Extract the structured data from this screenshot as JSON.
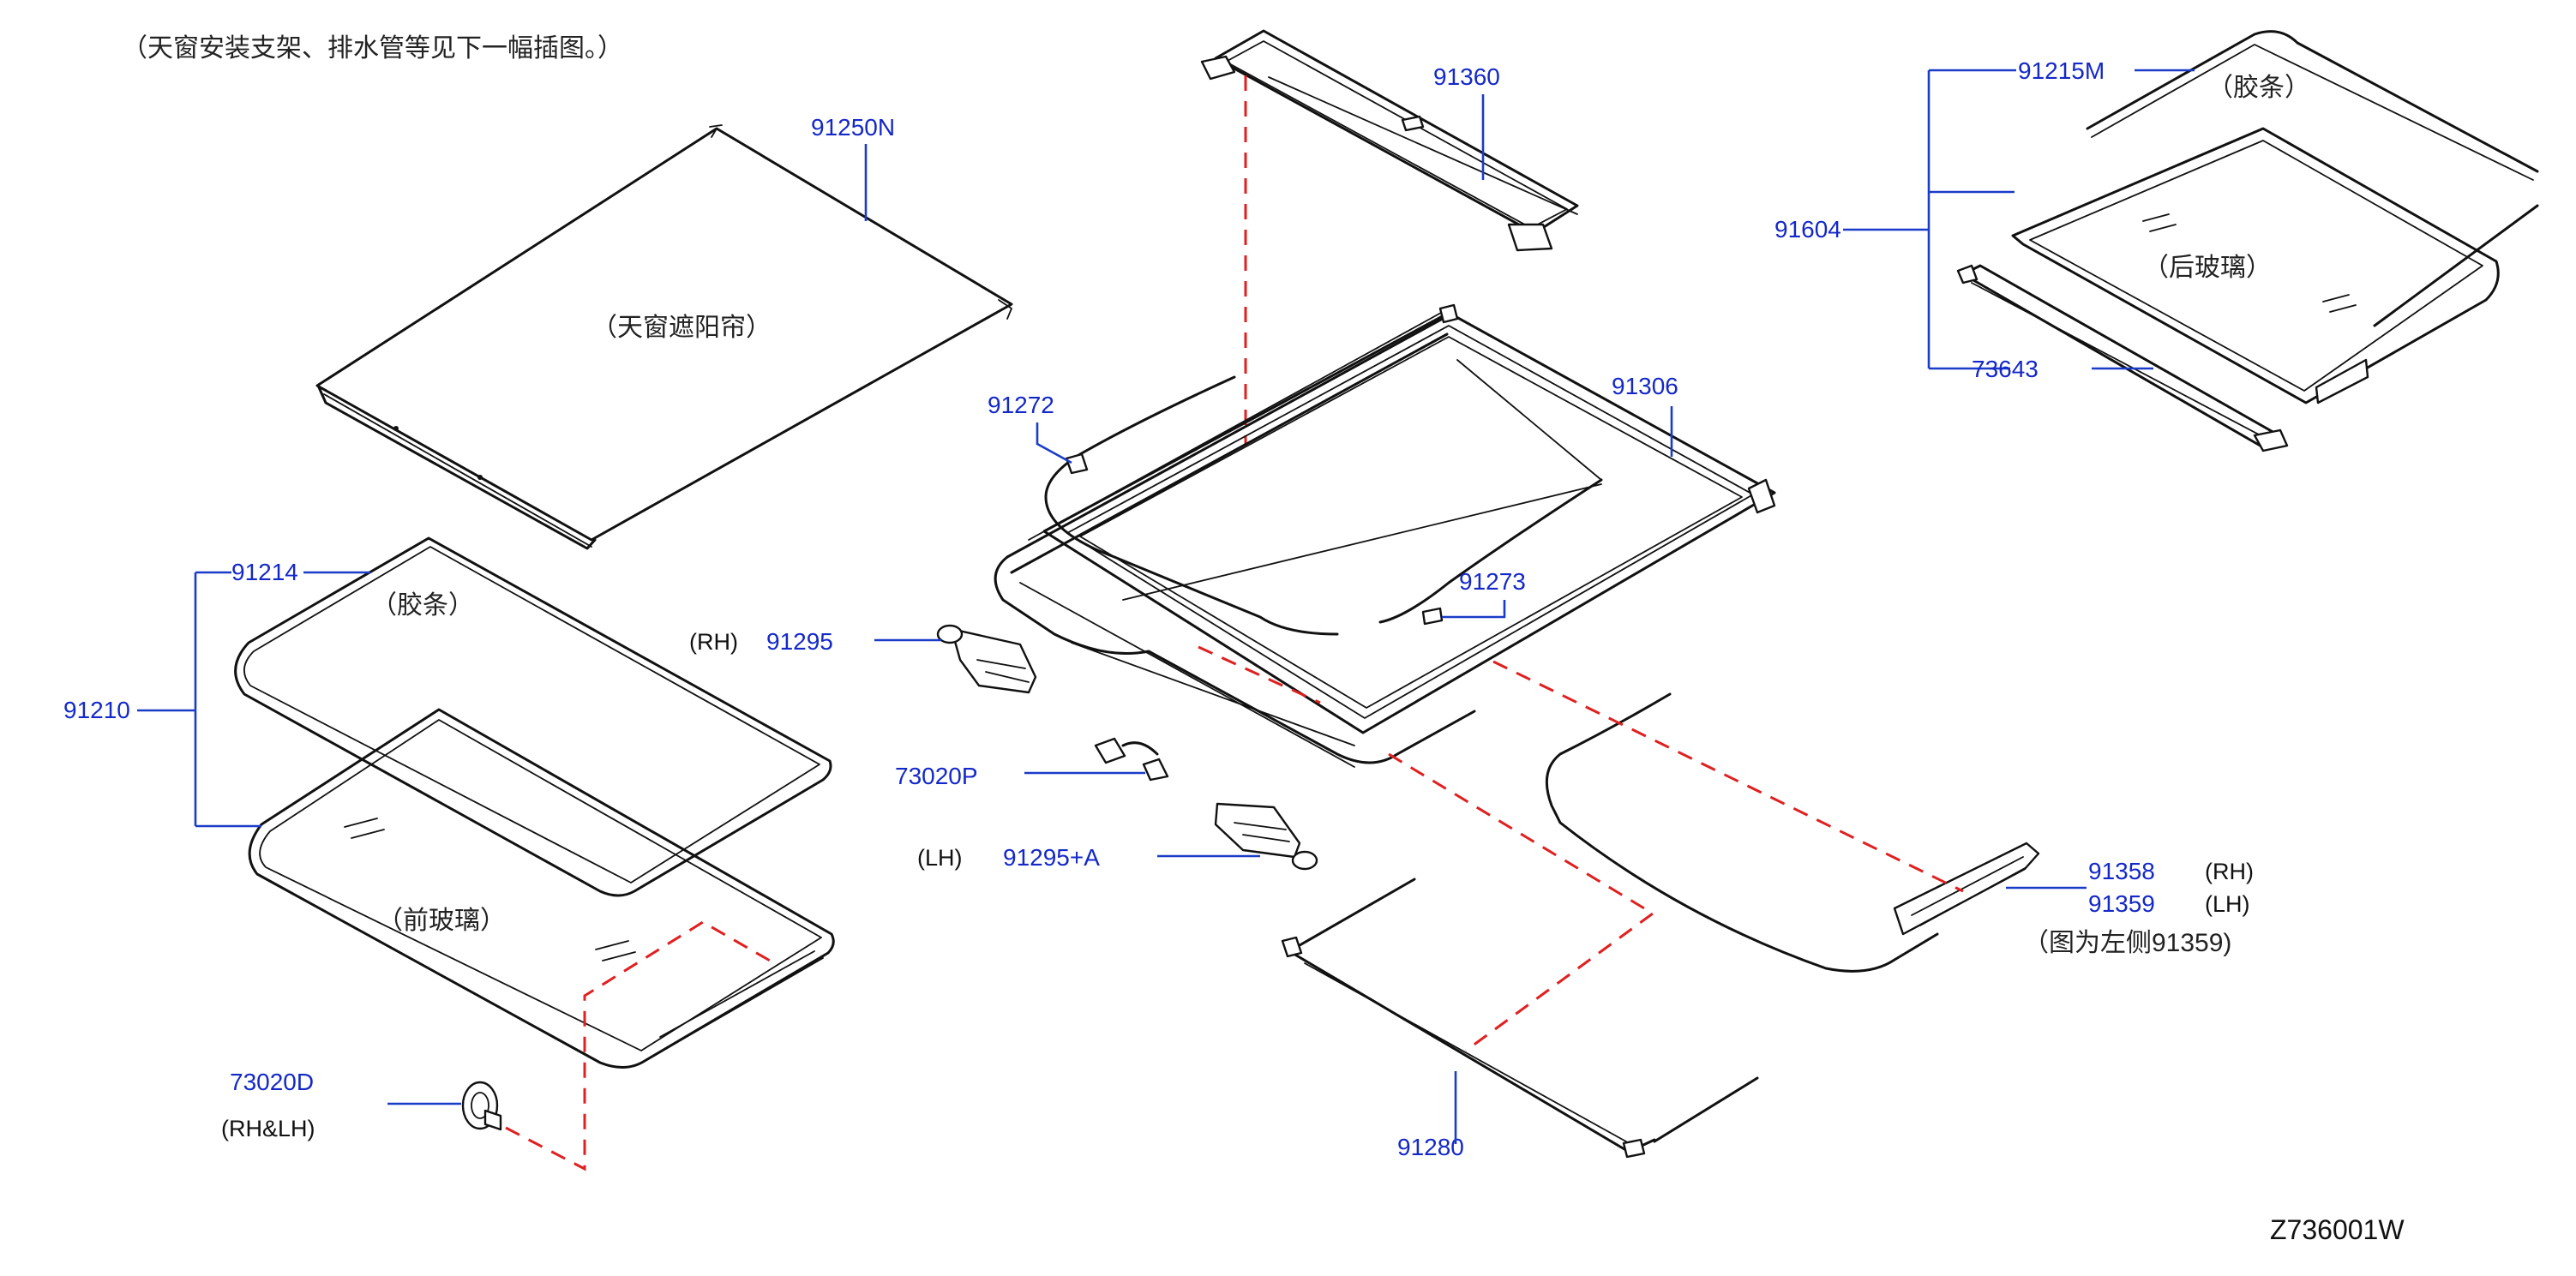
{
  "note": "（天窗安装支架、排水管等见下一幅插图。）",
  "drawing_id": "Z736001W",
  "colors": {
    "part_number": "#1428c8",
    "leader": "#1a3cc8",
    "dashed_line": "#e02020",
    "line_art": "#111111"
  },
  "parts": {
    "p91250N": "91250N",
    "c_sunshade": "（天窗遮阳帘）",
    "p91214": "91214",
    "c_seal_front": "（胶条）",
    "p91210": "91210",
    "c_front_glass": "（前玻璃）",
    "p73020D": "73020D",
    "s_rhlh": "(RH&LH)",
    "p91360": "91360",
    "p91272": "91272",
    "p91306": "91306",
    "p91273": "91273",
    "s_rh_motor": "(RH)",
    "p91295": "91295",
    "p73020P": "73020P",
    "s_lh_motor": "(LH)",
    "p91295A": "91295+A",
    "p91280": "91280",
    "p91215M": "91215M",
    "c_seal_rear": "（胶条）",
    "p91604": "91604",
    "c_rear_glass": "（后玻璃）",
    "p73643": "73643",
    "p91358": "91358",
    "s_91358": "(RH)",
    "p91359": "91359",
    "s_91359": "(LH)",
    "c_left_shown": "（图为左侧91359)"
  }
}
